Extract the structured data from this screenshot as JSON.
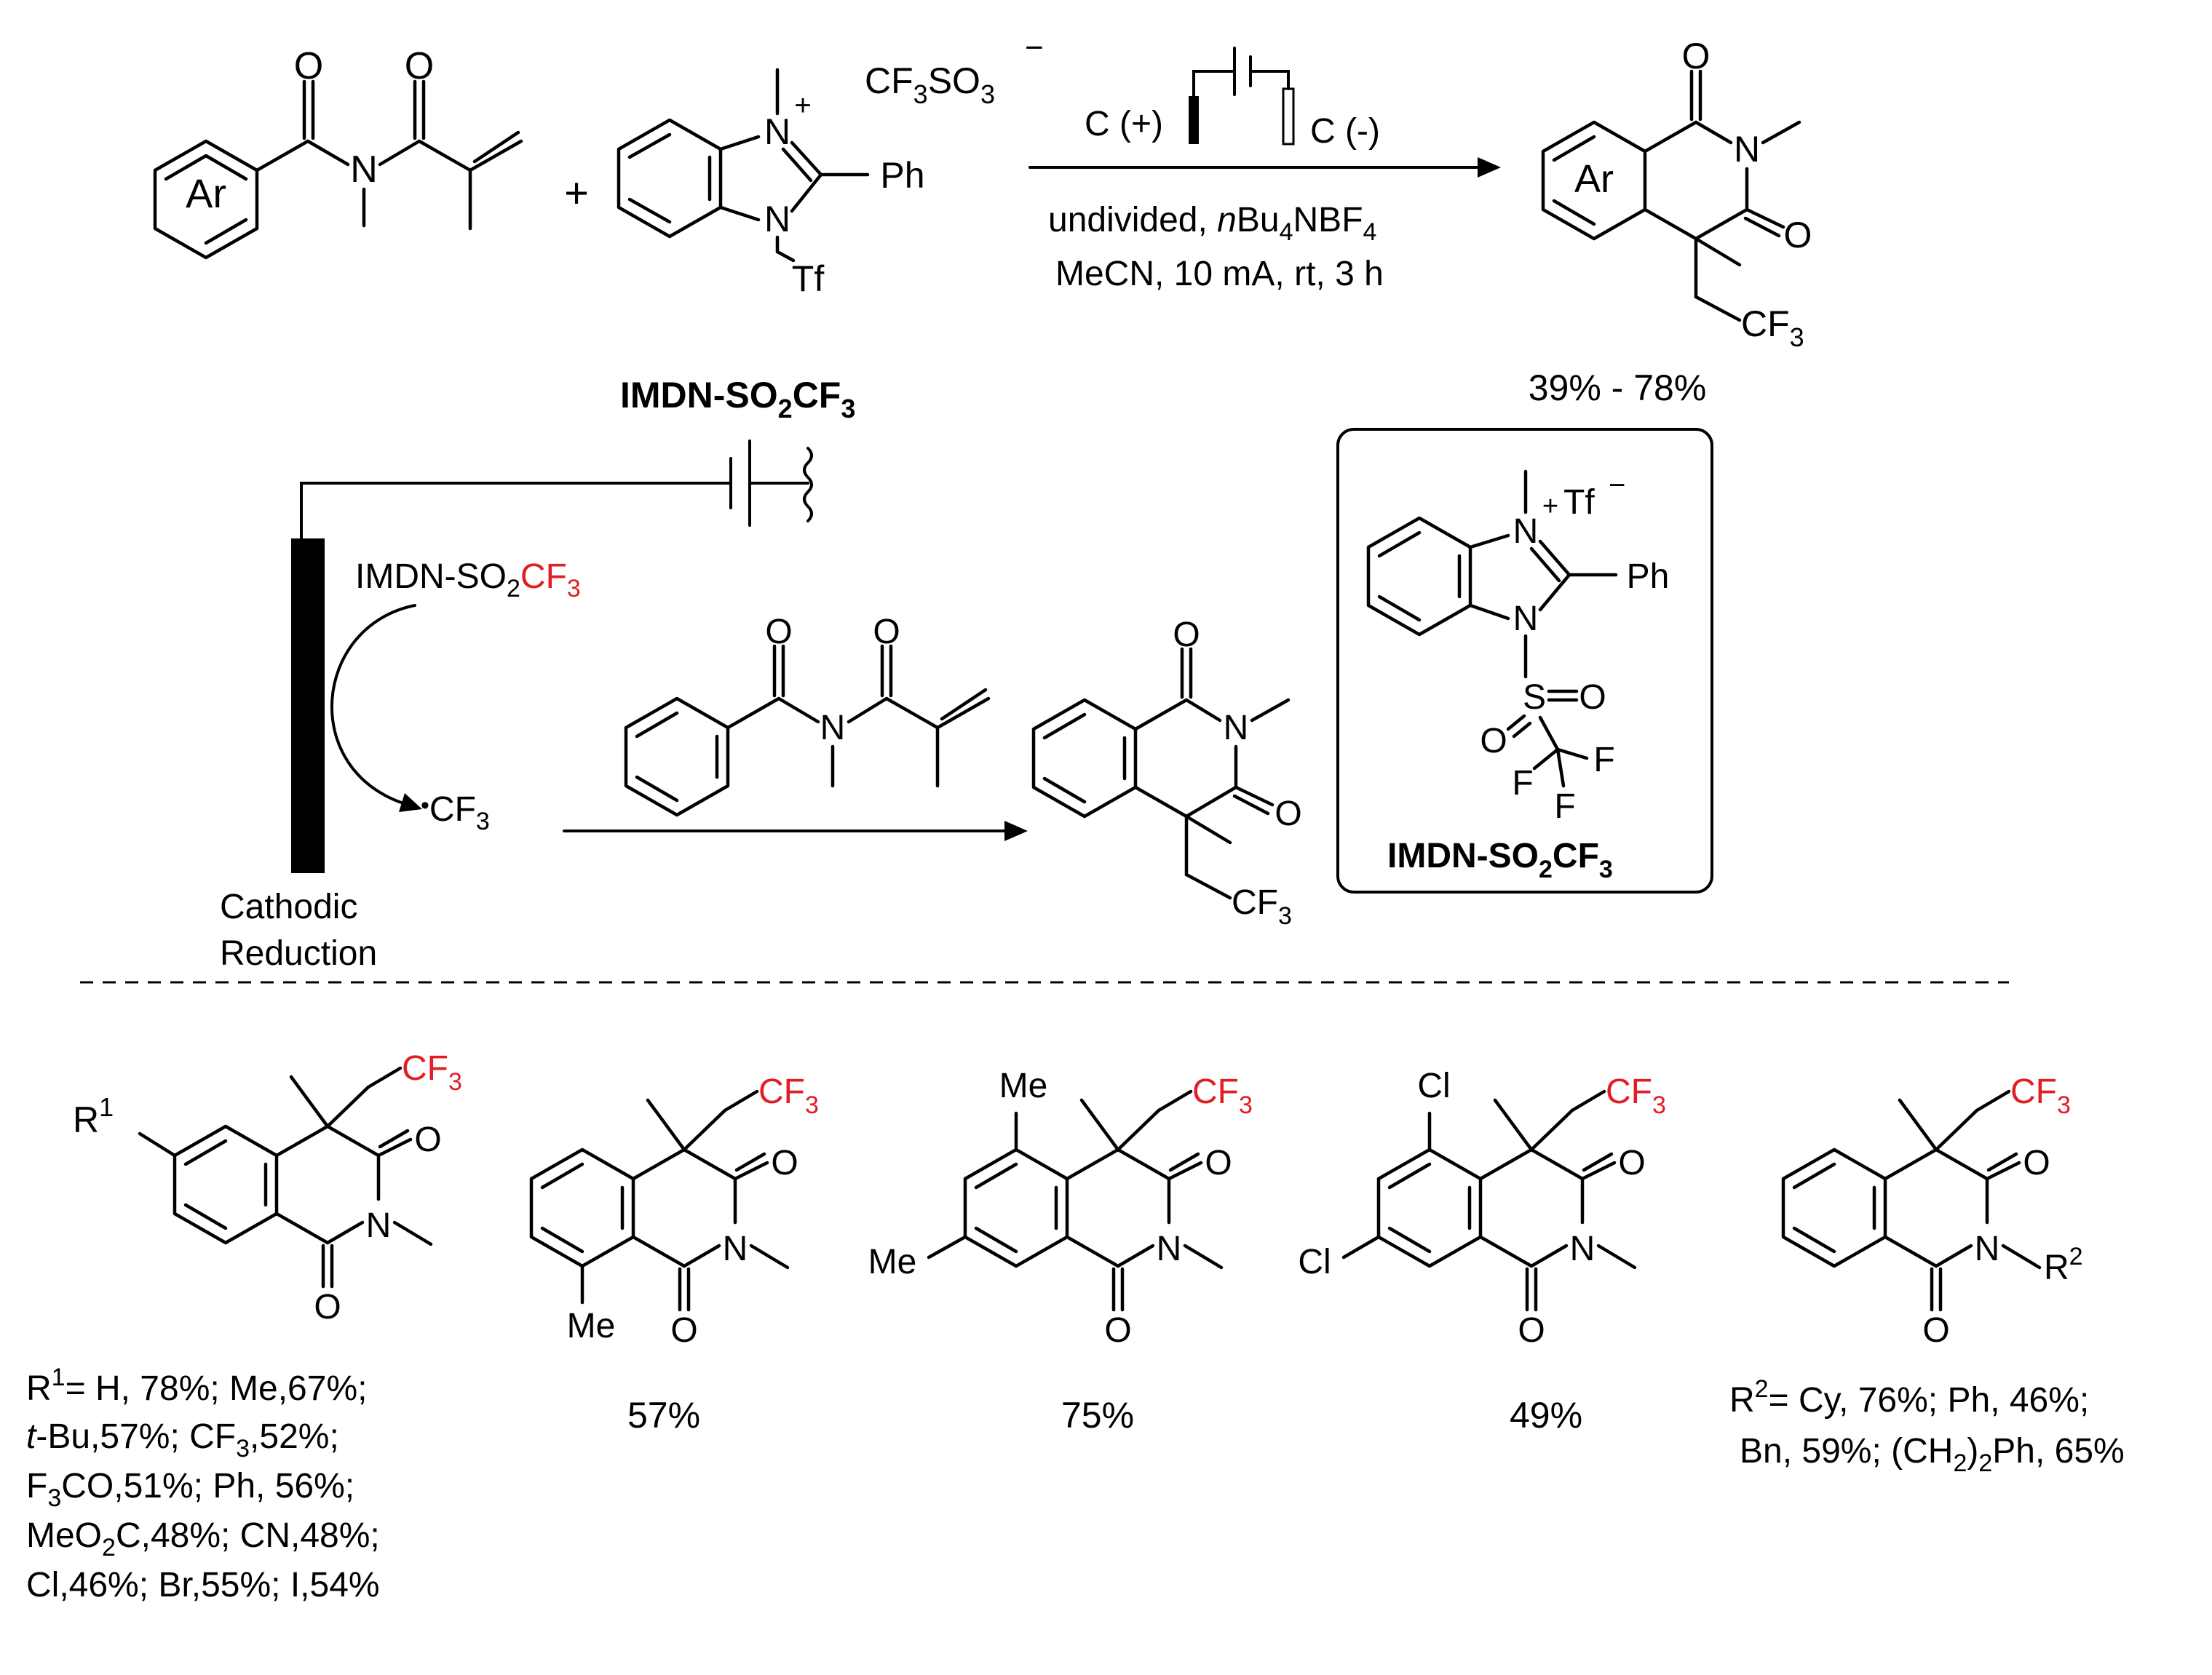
{
  "colors": {
    "ink": "#000000",
    "highlight": "#e21d24",
    "background": "#ffffff"
  },
  "reaction": {
    "ring_label": "Ar",
    "product_ring_label": "Ar",
    "plus": "+",
    "reagent": {
      "n_methyl": "N",
      "n_tf": "N",
      "charge": "+",
      "phenyl": "Ph",
      "tf": "Tf",
      "counterion_main": "CF",
      "counterion_sub1": "3",
      "counterion_mid": "SO",
      "counterion_sub2": "3",
      "counterion_charge": "−"
    },
    "anode": "C (+)",
    "cathode": "C (-)",
    "conditions_line1_pre": "undivided, ",
    "conditions_line1_n": "n",
    "conditions_line1_bu": "Bu",
    "conditions_line1_sub1": "4",
    "conditions_line1_nbf": "NBF",
    "conditions_line1_sub2": "4",
    "conditions_line2": "MeCN, 10 mA, rt, 3 h",
    "reagent_name_main": "IMDN-SO",
    "reagent_name_sub1": "2",
    "reagent_name_cf": "CF",
    "reagent_name_sub2": "3",
    "yield_range": "39% - 78%",
    "product_o": "O",
    "product_n": "N",
    "product_cf": "CF",
    "product_cf_sub": "3"
  },
  "mechanism": {
    "reagent_prefix": "IMDN-SO",
    "reagent_sub1": "2",
    "reagent_cf": "CF",
    "reagent_sub2": "3",
    "radical_dot": "•",
    "radical_cf": "CF",
    "radical_sub": "3",
    "electrode_line1": "Cathodic",
    "electrode_line2": "Reduction",
    "substrate_o": "O",
    "substrate_n": "N",
    "product_o": "O",
    "product_n": "N",
    "product_cf": "CF",
    "product_cf_sub": "3"
  },
  "boxed_structure": {
    "charge": "+",
    "tf": "Tf",
    "tf_charge": "−",
    "phenyl": "Ph",
    "n_top": "N",
    "n_bottom": "N",
    "sulfur": "S",
    "o1": "O",
    "o2": "O",
    "f1": "F",
    "f2": "F",
    "f3": "F",
    "name_main": "IMDN-SO",
    "name_sub1": "2",
    "name_cf": "CF",
    "name_sub2": "3"
  },
  "scope": [
    {
      "substituent": "R",
      "substituent_sup": "1",
      "o_label": "O",
      "n_label": "N",
      "cf": "CF",
      "cf_sub": "3",
      "lines": [
        {
          "a": "R",
          "a_sup": "1",
          "b": "= H, 78%;  Me,67%;"
        },
        {
          "a_italic": "t",
          "b": "-Bu,57%;      CF",
          "b_sub": "3",
          "c": ",52%;"
        },
        {
          "a": "F",
          "a_sub": "3",
          "b": "CO,51%;    Ph, 56%;"
        },
        {
          "a": "MeO",
          "a_sub": "2",
          "b": "C,48%; CN,48%;"
        },
        {
          "a": "Cl,46%; Br,55%; I,54%"
        }
      ]
    },
    {
      "me_label": "Me",
      "o_label": "O",
      "n_label": "N",
      "cf": "CF",
      "cf_sub": "3",
      "yield": "57%"
    },
    {
      "me_top": "Me",
      "me_left": "Me",
      "o_label": "O",
      "n_label": "N",
      "cf": "CF",
      "cf_sub": "3",
      "yield": "75%"
    },
    {
      "cl_top": "Cl",
      "cl_left": "Cl",
      "o_label": "O",
      "n_label": "N",
      "cf": "CF",
      "cf_sub": "3",
      "yield": "49%"
    },
    {
      "o_label": "O",
      "n_label": "N",
      "r": "R",
      "r_sup": "2",
      "cf": "CF",
      "cf_sub": "3",
      "lines": [
        {
          "a": "R",
          "a_sup": "2",
          "b": "= Cy,  76%;   Ph, 46%;"
        },
        {
          "a": "Bn, 59%; (CH",
          "a_sub": "2",
          "b": ")",
          "b_sub": "2",
          "c": "Ph, 65%"
        }
      ]
    }
  ]
}
